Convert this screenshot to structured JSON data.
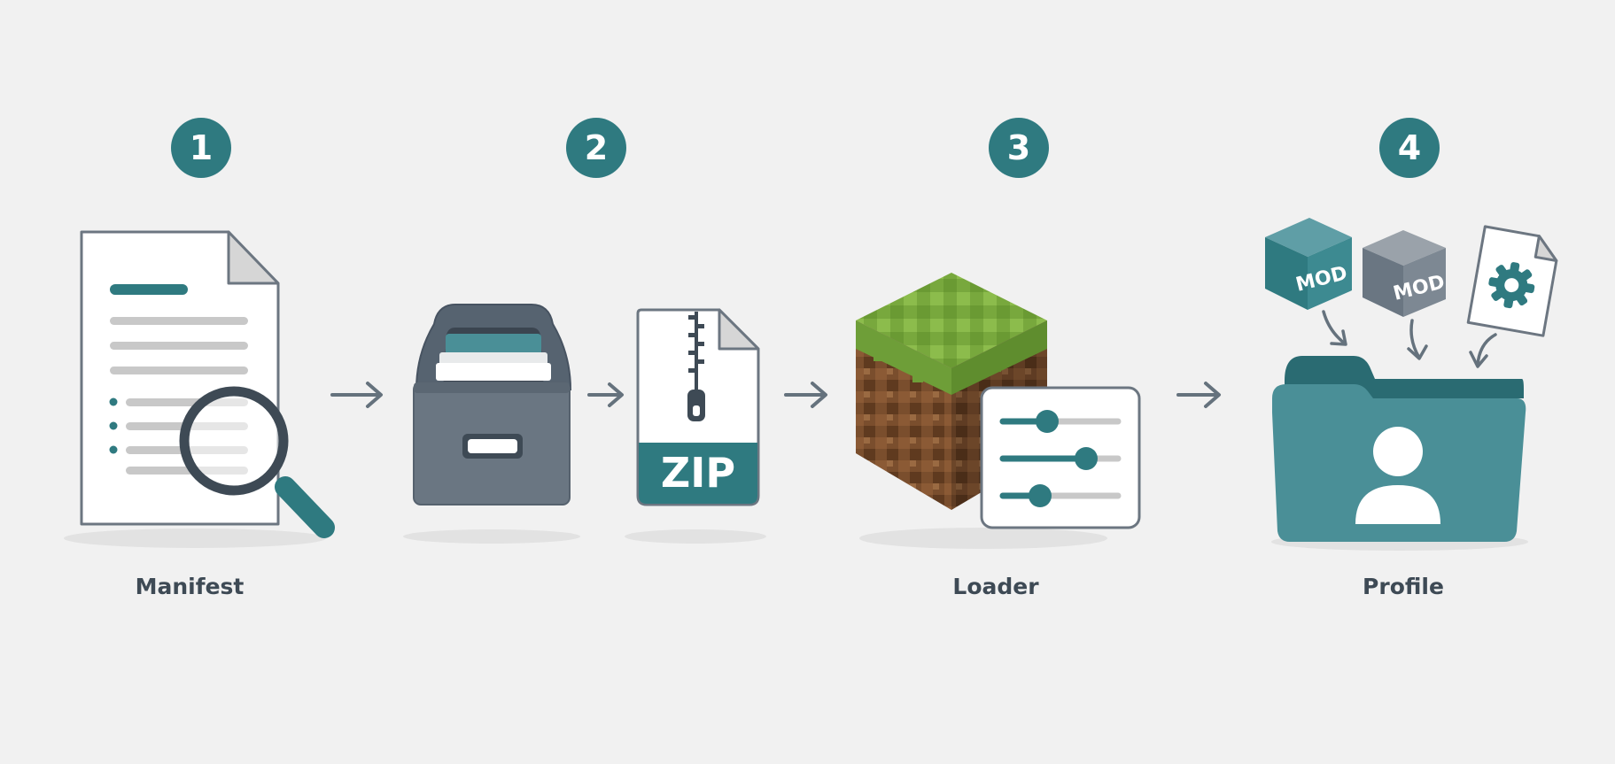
{
  "colors": {
    "background": "#f1f1f1",
    "teal": "#2f7a80",
    "teal_light": "#4a8f97",
    "slate": "#65727d",
    "text": "#3e4a55",
    "grass": "#7aa83f",
    "dirt": "#7a4e2d"
  },
  "steps": [
    {
      "number": "1",
      "label": "Manifest"
    },
    {
      "number": "2",
      "label": ""
    },
    {
      "number": "3",
      "label": "Loader"
    },
    {
      "number": "4",
      "label": "Profile"
    }
  ],
  "icons": {
    "zip_text": "ZIP",
    "mod_text": "MOD"
  }
}
